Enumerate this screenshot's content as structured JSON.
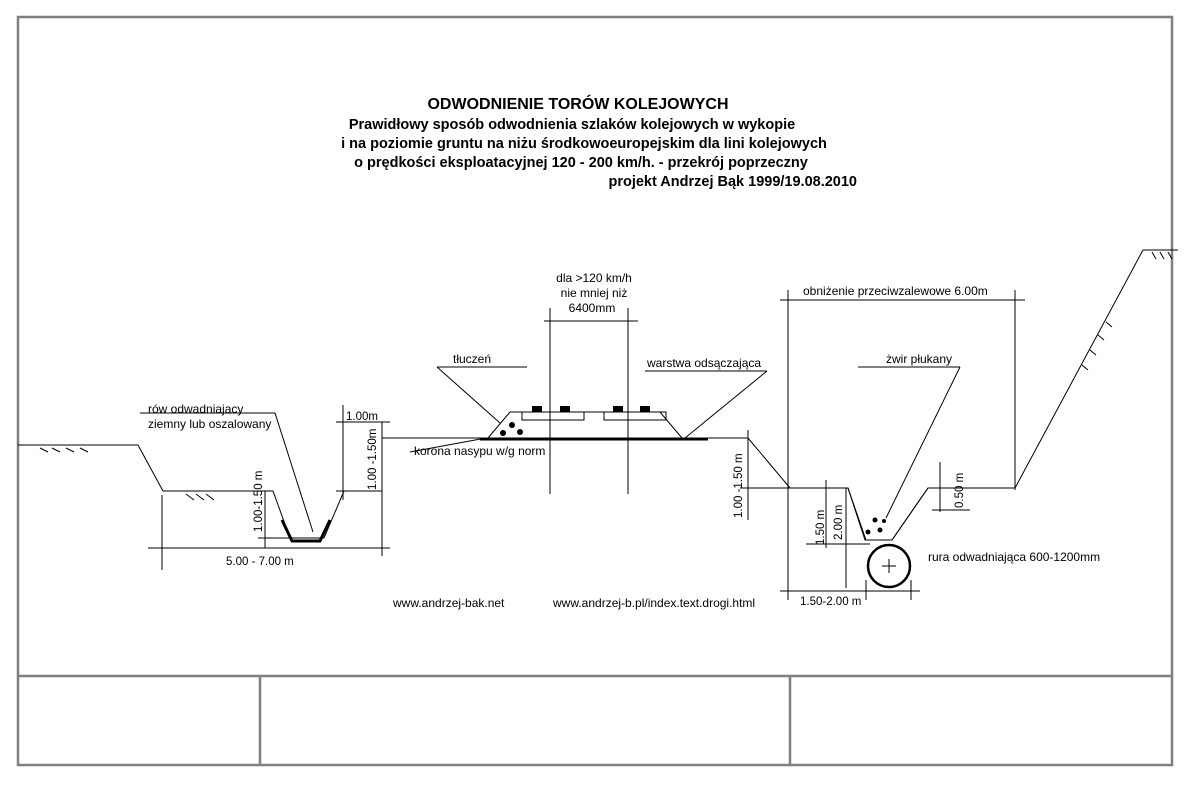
{
  "title": "ODWODNIENIE TORÓW KOLEJOWYCH",
  "subtitle": [
    "Prawidłowy sposób odwodnienia szlaków kolejowych w wykopie",
    "i na poziomie gruntu na niżu środkowoeuropejskim dla lini kolejowych",
    "o prędkości eksploatacyjnej 120 - 200 km/h.   -  przekrój poprzeczny",
    "projekt Andrzej Bąk   1999/19.08.2010"
  ],
  "labels": {
    "speed_line1": "dla >120 km/h",
    "speed_line2": "nie mniej niż",
    "speed_line3": "6400mm",
    "tluczen": "tłuczeń",
    "warstwa": "warstwa odsączająca",
    "row_line1": "rów odwadniajacy",
    "row_line2": "ziemny lub oszalowany",
    "korona": "korona nasypu w/g norm",
    "obnizenie": "obniżenie przeciwzalewowe 6.00m",
    "zwir": "żwir płukany",
    "rura": "rura odwadniająca 600-1200mm"
  },
  "dimensions": {
    "d_100m": "1.00m",
    "d_100_150_center": "1.00 -1.50m",
    "d_100_150_ditch": "1.00-1.50 m",
    "d_500_700": "5.00 - 7.00 m",
    "d_100_150_right": "1.00 -1.50 m",
    "d_150m": "1.50 m",
    "d_200m": "2.00 m",
    "d_050m": "0.50 m",
    "d_150_200": "1.50-2.00 m"
  },
  "links": {
    "site1": "www.andrzej-bak.net",
    "site2": "www.andrzej-b.pl/index.text.drogi.html"
  }
}
